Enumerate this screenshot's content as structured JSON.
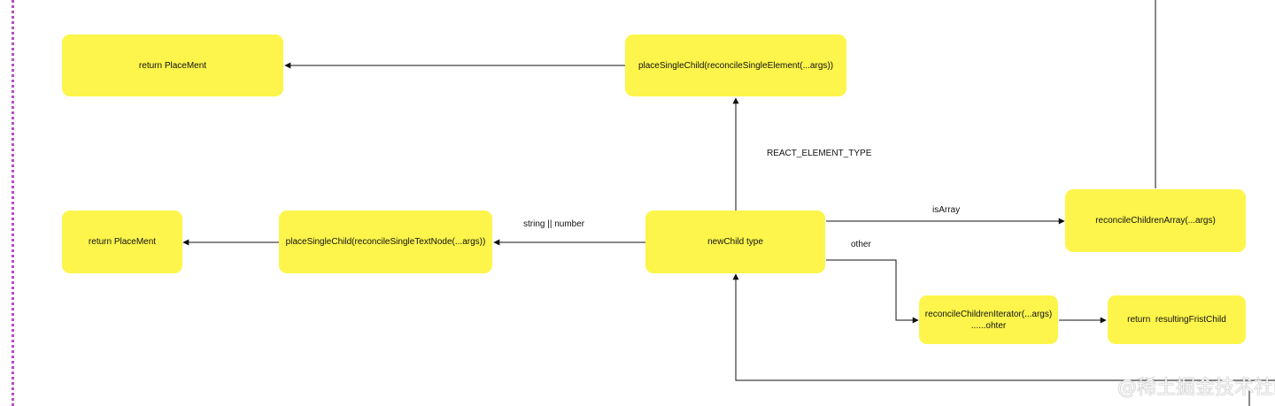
{
  "nodes": {
    "return_placement_top": "return PlaceMent",
    "place_single_element": "placeSingleChild(reconcileSingleElement(...args))",
    "return_placement_mid": "return PlaceMent",
    "place_single_text": "placeSingleChild(reconcileSingleTextNode(...args))",
    "new_child_type": "newChild type",
    "reconcile_children_array": "reconcileChildrenArray(...args)",
    "reconcile_children_iterator_line1": "reconcileChildrenIterator(...args)",
    "reconcile_children_iterator_line2": "......ohter",
    "return_resulting": "return  resultingFristChild"
  },
  "edge_labels": {
    "react_element_type": "REACT_ELEMENT_TYPE",
    "string_number": "string || number",
    "is_array": "isArray",
    "other": "other"
  },
  "watermark": "@稀土掘金技术社区",
  "colors": {
    "node_fill": "#fdf54b",
    "edge": "#111111",
    "rail": "#b54ec4"
  }
}
